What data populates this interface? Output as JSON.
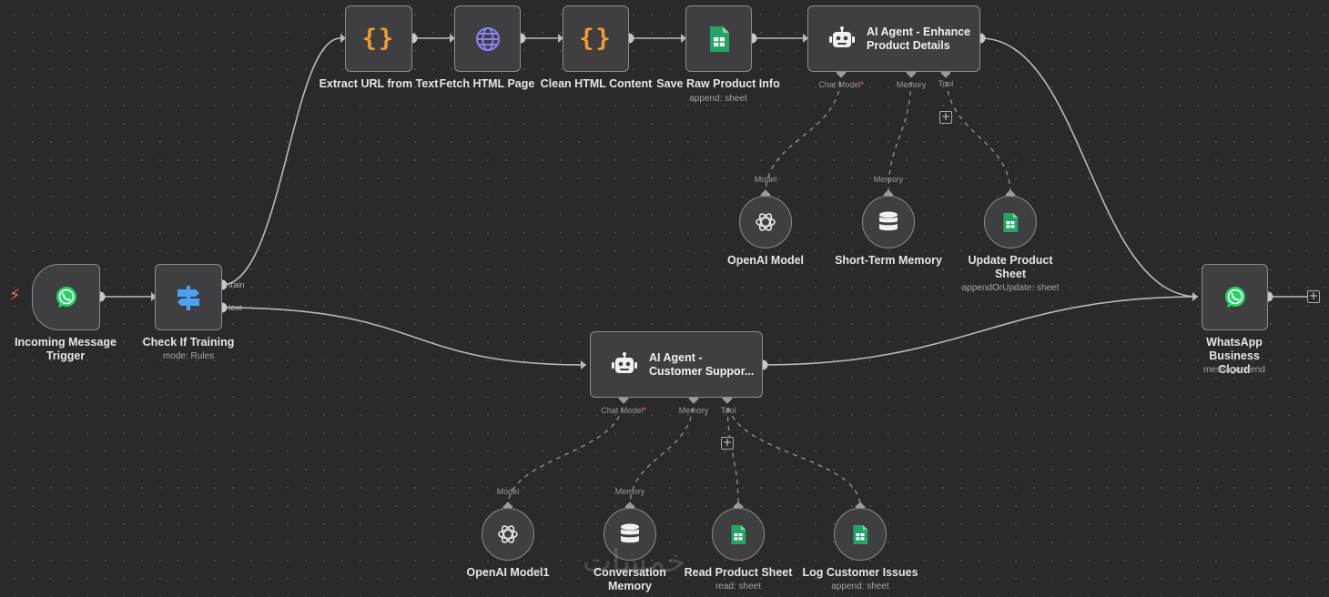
{
  "nodes": {
    "incoming": {
      "label": "Incoming Message\nTrigger"
    },
    "check": {
      "label": "Check If Training",
      "sub": "mode: Rules",
      "out_train": "train",
      "out_text": "text"
    },
    "extract": {
      "label": "Extract URL from Text"
    },
    "fetch": {
      "label": "Fetch HTML Page"
    },
    "clean": {
      "label": "Clean HTML Content"
    },
    "saveraw": {
      "label": "Save Raw Product Info",
      "sub": "append: sheet"
    },
    "agent_enhance": {
      "title": "AI Agent - Enhance\nProduct Details",
      "port_model": "Chat Model",
      "port_memory": "Memory",
      "port_tool": "Tool"
    },
    "openai1": {
      "label": "OpenAI Model",
      "port": "Model"
    },
    "memory1": {
      "label": "Short-Term Memory",
      "port": "Memory"
    },
    "update_sheet": {
      "label": "Update Product\nSheet",
      "sub": "appendOrUpdate: sheet"
    },
    "agent_support": {
      "title": "AI Agent -\nCustomer Suppor...",
      "port_model": "Chat Model",
      "port_memory": "Memory",
      "port_tool": "Tool"
    },
    "openai2": {
      "label": "OpenAI Model1",
      "port": "Model"
    },
    "memory2": {
      "label": "Conversation\nMemory",
      "port": "Memory"
    },
    "read_sheet": {
      "label": "Read Product Sheet",
      "sub": "read: sheet"
    },
    "log_issues": {
      "label": "Log Customer Issues",
      "sub": "append: sheet"
    },
    "whatsapp": {
      "label": "WhatsApp Business\nCloud",
      "sub": "message: send"
    }
  },
  "required_marker": "*",
  "colors": {
    "accent_required": "#ff6d5a",
    "whatsapp": "#25d366",
    "sheets": "#23a566",
    "brace": "#f39a2c",
    "globe": "#8b80f5",
    "switch": "#4aa3f0"
  },
  "watermark": "خمسات"
}
